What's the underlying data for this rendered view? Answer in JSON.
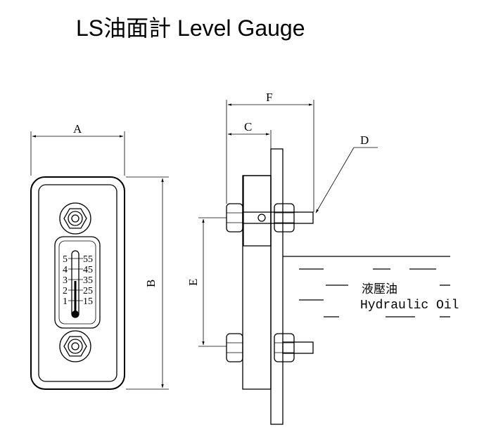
{
  "title": "LS油面計 Level Gauge",
  "dimensions": {
    "a": "A",
    "b": "B",
    "c": "C",
    "d": "D",
    "e": "E",
    "f": "F"
  },
  "scale": {
    "left": [
      "5",
      "4",
      "3",
      "2",
      "1"
    ],
    "right": [
      "55",
      "45",
      "35",
      "25",
      "15"
    ]
  },
  "oil_label": {
    "chinese": "液壓油",
    "english": "Hydraulic Oil"
  }
}
